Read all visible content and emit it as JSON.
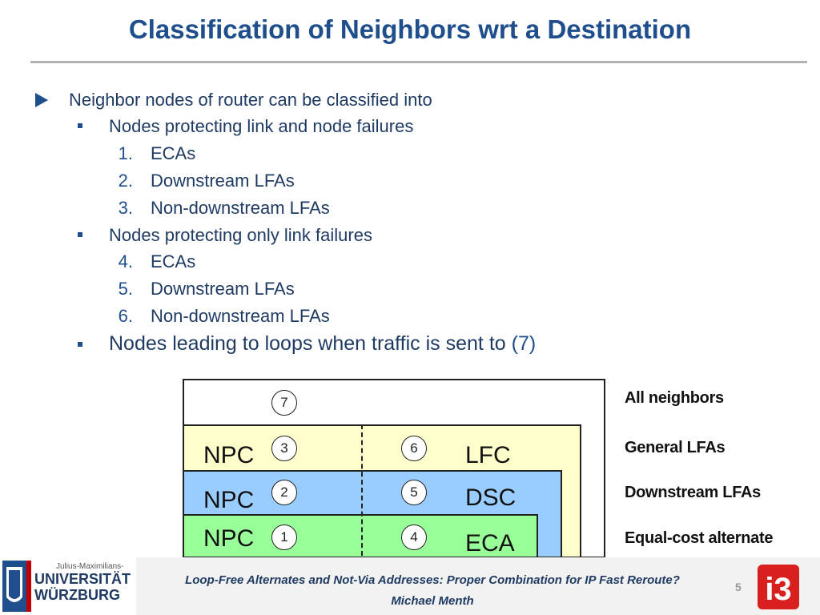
{
  "title": "Classification of Neighbors wrt a Destination",
  "bullets": {
    "main": "Neighbor nodes of router can be classified into",
    "sub1": "Nodes protecting link and node failures",
    "sub1_items": [
      {
        "num": "1.",
        "text": "ECAs"
      },
      {
        "num": "2.",
        "text": "Downstream LFAs"
      },
      {
        "num": "3.",
        "text": "Non-downstream LFAs"
      }
    ],
    "sub2": "Nodes protecting only link failures",
    "sub2_items": [
      {
        "num": "4.",
        "text": "ECAs"
      },
      {
        "num": "5.",
        "text": "Downstream LFAs"
      },
      {
        "num": "6.",
        "text": "Non-downstream LFAs"
      }
    ],
    "sub3_text": "Nodes leading to loops when traffic is sent to ",
    "sub3_ref": "(7)"
  },
  "diagram": {
    "circles": [
      "7",
      "3",
      "6",
      "2",
      "5",
      "1",
      "4"
    ],
    "left_labels": [
      "NPC",
      "NPC",
      "NPC"
    ],
    "right_labels": [
      "LFC",
      "DSC",
      "ECA"
    ],
    "legend": [
      "All neighbors",
      "General LFAs",
      "Downstream LFAs",
      "Equal-cost alternate"
    ],
    "colors": {
      "general_lfa": "#ffffcc",
      "downstream_lfa": "#99ccff",
      "eca": "#99ff99"
    }
  },
  "footer": {
    "logo_line1": "Julius-Maximilians-",
    "logo_line2": "UNIVERSITÄT",
    "logo_line3": "WÜRZBURG",
    "talk_title": "Loop-Free Alternates and Not-Via Addresses: Proper Combination for IP Fast Reroute?",
    "author": "Michael Menth",
    "page": "5",
    "i3_logo_text": "i3"
  }
}
